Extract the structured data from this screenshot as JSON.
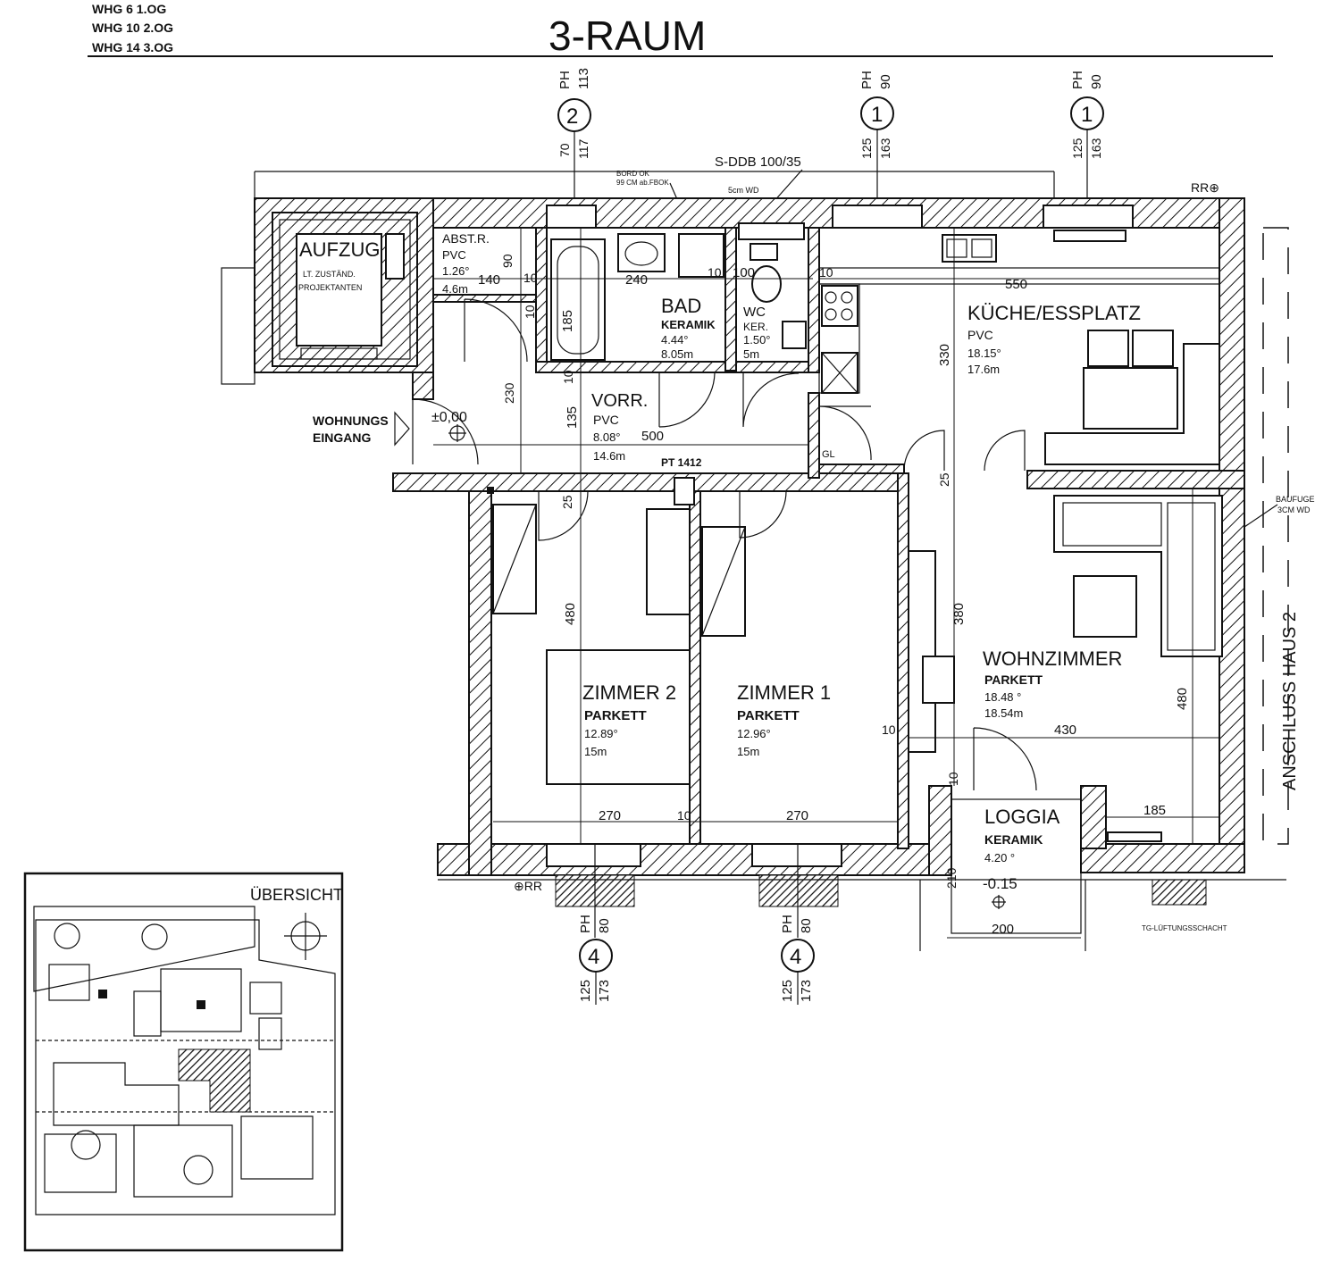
{
  "header": {
    "units": [
      "WHG  6 1.OG",
      "WHG 10 2.OG",
      "WHG 14 3.OG"
    ],
    "title": "3-RAUM"
  },
  "rooms": {
    "aufzug": {
      "name": "AUFZUG",
      "note1": "LT. ZUSTÄND.",
      "note2": "PROJEKTANTEN"
    },
    "abstr": {
      "name": "ABST.R.",
      "floor": "PVC",
      "area": "1.26°",
      "perim": "4.6m"
    },
    "bad": {
      "name": "BAD",
      "floor": "KERAMIK",
      "area": "4.44°",
      "perim": "8.05m"
    },
    "wc": {
      "name": "WC",
      "floor": "KER.",
      "area": "1.50°",
      "perim": "5m"
    },
    "kueche": {
      "name": "KÜCHE/ESSPLATZ",
      "floor": "PVC",
      "area": "18.15°",
      "perim": "17.6m"
    },
    "vorr": {
      "name": "VORR.",
      "floor": "PVC",
      "area": "8.08°",
      "perim": "14.6m"
    },
    "zimmer2": {
      "name": "ZIMMER 2",
      "floor": "PARKETT",
      "area": "12.89°",
      "perim": "15m"
    },
    "zimmer1": {
      "name": "ZIMMER 1",
      "floor": "PARKETT",
      "area": "12.96°",
      "perim": "15m"
    },
    "wohnzimmer": {
      "name": "WOHNZIMMER",
      "floor": "PARKETT",
      "area": "18.48 °",
      "perim": "18.54m"
    },
    "loggia": {
      "name": "LOGGIA",
      "floor": "KERAMIK",
      "area": "4.20 °",
      "level": "-0.15"
    }
  },
  "labels": {
    "entrance1": "WOHNUNGS",
    "entrance2": "EINGANG",
    "level_zero": "±0,00",
    "sddb": "S-DDB 100/35",
    "bord1": "BORD OK",
    "bord2": "99 CM ab.FBOK",
    "wd5": "5cm WD",
    "pt": "PT 1412",
    "gl": "GL",
    "rr_top": "RR⊕",
    "rr_bottom": "⊕RR",
    "baufuge1": "BAUFUGE",
    "baufuge2": "3CM WD",
    "anschluss": "ANSCHLUSS HAUS 2",
    "tg": "TG-LÜFTUNGSSCHACHT",
    "uebersicht": "ÜBERSICHT"
  },
  "windows": [
    {
      "type": "2",
      "ph": "PH",
      "ph_val": "113",
      "h1": "70",
      "h2": "117"
    },
    {
      "type": "1",
      "ph": "PH",
      "ph_val": "90",
      "h1": "125",
      "h2": "163"
    },
    {
      "type": "1",
      "ph": "PH",
      "ph_val": "90",
      "h1": "125",
      "h2": "163"
    },
    {
      "type": "4",
      "ph": "PH",
      "ph_val": "80",
      "h1": "125",
      "h2": "173"
    },
    {
      "type": "4",
      "ph": "PH",
      "ph_val": "80",
      "h1": "125",
      "h2": "173"
    }
  ],
  "dims": {
    "d90": "90",
    "d10a": "10",
    "d140": "140",
    "d10b": "10",
    "d240": "240",
    "d10c": "10",
    "d100": "100",
    "d10d": "10",
    "d550": "550",
    "d185a": "185",
    "d10e": "10",
    "d230": "230",
    "d10f": "10",
    "d135": "135",
    "d500": "500",
    "d330": "330",
    "d25a": "25",
    "d25b": "25",
    "d480a": "480",
    "d380": "380",
    "d10g": "10",
    "d430": "430",
    "d480b": "480",
    "d270a": "270",
    "d10h": "10",
    "d270b": "270",
    "d185b": "185",
    "d10i": "10",
    "d210": "210",
    "d200": "200"
  }
}
